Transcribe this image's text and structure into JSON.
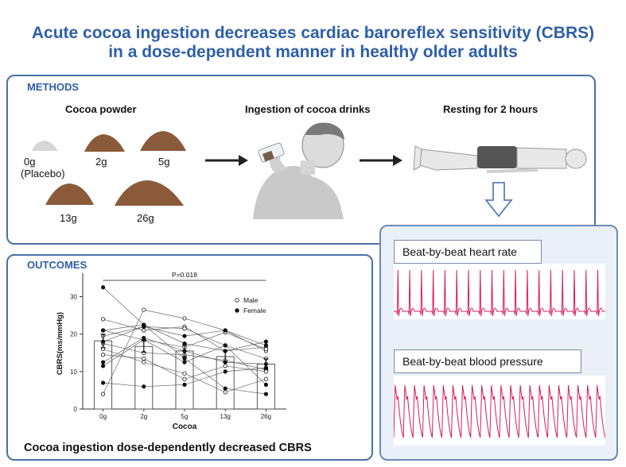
{
  "title": {
    "line1": "Acute cocoa ingestion decreases cardiac baroreflex sensitivity (CBRS)",
    "line2": "in a dose-dependent manner in healthy older adults"
  },
  "methods": {
    "heading": "METHODS",
    "powder_title": "Cocoa powder",
    "ingestion_title": "Ingestion of cocoa drinks",
    "resting_title": "Resting for 2 hours",
    "doses": [
      {
        "label": "0g",
        "sublabel": "(Placebo)"
      },
      {
        "label": "2g"
      },
      {
        "label": "5g"
      },
      {
        "label": "13g"
      },
      {
        "label": "26g"
      }
    ]
  },
  "monitoring": {
    "hr_label": "Beat-by-beat heart rate",
    "bp_label": "Beat-by-beat blood pressure",
    "trace_color": "#d81b60"
  },
  "outcomes": {
    "heading": "OUTCOMES",
    "conclusion": "Cocoa ingestion dose-dependently decreased CBRS"
  },
  "chart_data": {
    "type": "bar",
    "categories": [
      "0g",
      "2g",
      "5g",
      "13g",
      "26g"
    ],
    "values": [
      18.2,
      16.7,
      15.5,
      14.0,
      12.0
    ],
    "errors": [
      1.8,
      1.5,
      1.6,
      1.5,
      1.4
    ],
    "xlabel": "Cocoa",
    "ylabel": "CBRS(ms/mmHg)",
    "ylim": [
      0,
      35
    ],
    "yticks": [
      0,
      10,
      20,
      30
    ],
    "annotation": "P=0.018",
    "legend": [
      {
        "name": "Male",
        "marker": "open-circle"
      },
      {
        "name": "Female",
        "marker": "filled-circle"
      }
    ],
    "legend_position": "top-right",
    "series": [
      {
        "sex": "male",
        "values": [
          4.0,
          26.5,
          24.2,
          21.0,
          15.5
        ]
      },
      {
        "sex": "male",
        "values": [
          24.0,
          21.0,
          22.0,
          15.5,
          16.5
        ]
      },
      {
        "sex": "male",
        "values": [
          21.0,
          18.5,
          16.5,
          20.5,
          16.0
        ]
      },
      {
        "sex": "male",
        "values": [
          19.5,
          22.0,
          21.5,
          17.0,
          13.5
        ]
      },
      {
        "sex": "male",
        "values": [
          17.5,
          15.0,
          14.5,
          13.0,
          10.5
        ]
      },
      {
        "sex": "male",
        "values": [
          16.0,
          12.5,
          9.5,
          4.5,
          8.0
        ]
      },
      {
        "sex": "male",
        "values": [
          14.5,
          13.5,
          8.0,
          11.5,
          10.0
        ]
      },
      {
        "sex": "female",
        "values": [
          32.5,
          22.5,
          13.5,
          5.5,
          4.0
        ]
      },
      {
        "sex": "female",
        "values": [
          21.0,
          22.5,
          17.5,
          15.5,
          18.0
        ]
      },
      {
        "sex": "female",
        "values": [
          18.0,
          22.0,
          19.5,
          21.0,
          17.0
        ]
      },
      {
        "sex": "female",
        "values": [
          12.5,
          19.0,
          15.5,
          12.5,
          12.0
        ]
      },
      {
        "sex": "female",
        "values": [
          11.5,
          18.5,
          12.5,
          17.0,
          6.5
        ]
      },
      {
        "sex": "female",
        "values": [
          7.0,
          6.0,
          6.5,
          10.0,
          11.0
        ]
      }
    ]
  }
}
